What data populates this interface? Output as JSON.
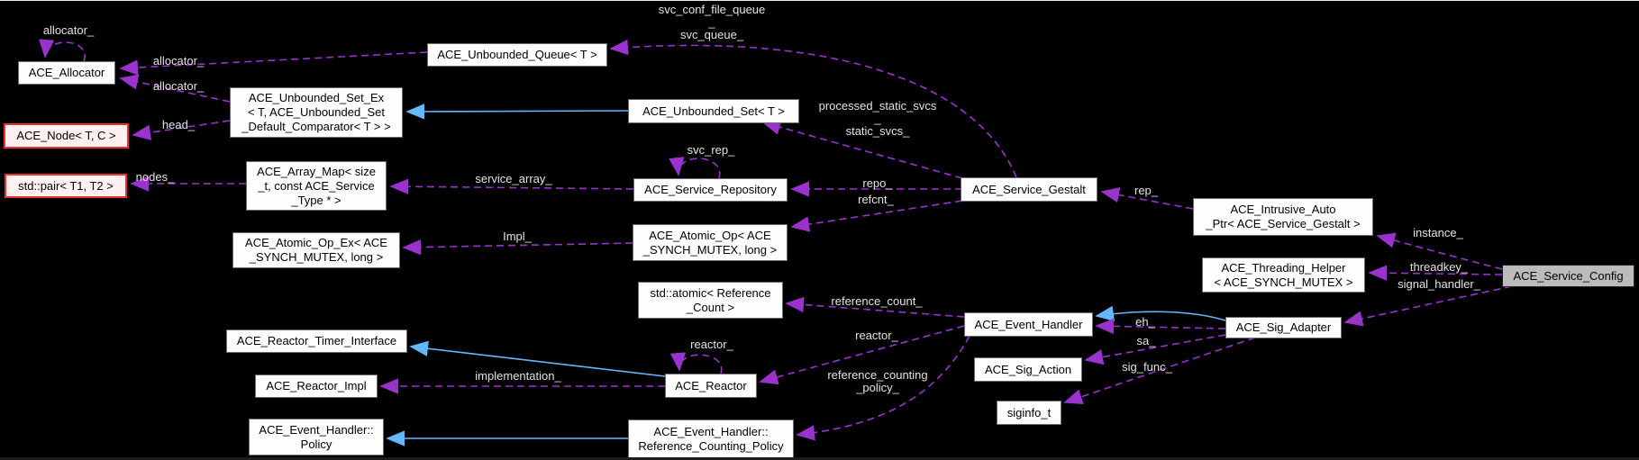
{
  "diagram": {
    "title": "ACE_Service_Config collaboration graph",
    "colors": {
      "background": "#000000",
      "usage_edge": "#9A32CD",
      "inheritance_edge": "#63B8FF",
      "edge_label_text": "#E3E3E3",
      "node_fill": "#FEFEFE",
      "node_border": "#6A6A6A",
      "node_text": "#000000",
      "truncated_node_border": "#EE3030",
      "truncated_node_fill": "#FFF1F1",
      "focus_node_fill": "#BCBCBC"
    },
    "nodes": [
      {
        "id": "ace-allocator",
        "label": "ACE_Allocator",
        "type": "normal"
      },
      {
        "id": "ace-node",
        "label": "ACE_Node< T, C >",
        "type": "truncated"
      },
      {
        "id": "std-pair",
        "label": "std::pair< T1, T2 >",
        "type": "truncated"
      },
      {
        "id": "ace-unbounded-queue",
        "label": "ACE_Unbounded_Queue< T >",
        "type": "normal"
      },
      {
        "id": "ace-unbounded-set-ex",
        "label": "ACE_Unbounded_Set_Ex\n< T, ACE_Unbounded_Set\n_Default_Comparator< T > >",
        "type": "normal"
      },
      {
        "id": "ace-array-map",
        "label": "ACE_Array_Map< size\n_t, const ACE_Service\n_Type * >",
        "type": "normal"
      },
      {
        "id": "ace-atomic-op-ex",
        "label": "ACE_Atomic_Op_Ex< ACE\n_SYNCH_MUTEX, long >",
        "type": "normal"
      },
      {
        "id": "ace-unbounded-set",
        "label": "ACE_Unbounded_Set< T >",
        "type": "normal"
      },
      {
        "id": "ace-service-repository",
        "label": "ACE_Service_Repository",
        "type": "normal"
      },
      {
        "id": "ace-atomic-op",
        "label": "ACE_Atomic_Op< ACE\n_SYNCH_MUTEX, long >",
        "type": "normal"
      },
      {
        "id": "std-atomic",
        "label": "std::atomic< Reference\n_Count >",
        "type": "normal"
      },
      {
        "id": "ace-service-gestalt",
        "label": "ACE_Service_Gestalt",
        "type": "normal"
      },
      {
        "id": "ace-intrusive-auto-ptr",
        "label": "ACE_Intrusive_Auto\n_Ptr< ACE_Service_Gestalt >",
        "type": "normal"
      },
      {
        "id": "ace-threading-helper",
        "label": "ACE_Threading_Helper\n< ACE_SYNCH_MUTEX >",
        "type": "normal"
      },
      {
        "id": "ace-service-config",
        "label": "ACE_Service_Config",
        "type": "focus"
      },
      {
        "id": "ace-event-handler",
        "label": "ACE_Event_Handler",
        "type": "normal"
      },
      {
        "id": "ace-sig-adapter",
        "label": "ACE_Sig_Adapter",
        "type": "normal"
      },
      {
        "id": "ace-sig-action",
        "label": "ACE_Sig_Action",
        "type": "normal"
      },
      {
        "id": "siginfo-t",
        "label": "siginfo_t",
        "type": "normal"
      },
      {
        "id": "ace-reactor",
        "label": "ACE_Reactor",
        "type": "normal"
      },
      {
        "id": "ace-eh-ref-counting-policy",
        "label": "ACE_Event_Handler::\nReference_Counting_Policy",
        "type": "normal"
      },
      {
        "id": "ace-reactor-timer-interface",
        "label": "ACE_Reactor_Timer_Interface",
        "type": "normal"
      },
      {
        "id": "ace-reactor-impl",
        "label": "ACE_Reactor_Impl",
        "type": "normal"
      },
      {
        "id": "ace-eh-policy",
        "label": "ACE_Event_Handler::\nPolicy",
        "type": "normal"
      }
    ],
    "edge_labels": [
      {
        "id": "allocator-self",
        "text": "allocator_"
      },
      {
        "id": "allocator-from-queue",
        "text": "allocator_"
      },
      {
        "id": "allocator-from-set-ex",
        "text": "allocator_"
      },
      {
        "id": "head",
        "text": "head_"
      },
      {
        "id": "nodes",
        "text": "nodes_"
      },
      {
        "id": "service-array",
        "text": "service_array_"
      },
      {
        "id": "impl",
        "text": "Impl_"
      },
      {
        "id": "svc-queues",
        "text": "svc_conf_file_queue\n_\nsvc_queue_"
      },
      {
        "id": "svc-rep",
        "text": "svc_rep_"
      },
      {
        "id": "static-svcs",
        "text": "processed_static_svcs\n_\nstatic_svcs_"
      },
      {
        "id": "repo",
        "text": "repo_"
      },
      {
        "id": "refcnt",
        "text": "refcnt_"
      },
      {
        "id": "rep",
        "text": "rep_"
      },
      {
        "id": "instance",
        "text": "instance_"
      },
      {
        "id": "threadkey",
        "text": "threadkey_"
      },
      {
        "id": "signal-handler",
        "text": "signal_handler_"
      },
      {
        "id": "reference-count",
        "text": "reference_count_"
      },
      {
        "id": "reactor-member",
        "text": "reactor_"
      },
      {
        "id": "reactor-self",
        "text": "reactor_"
      },
      {
        "id": "ref-counting-policy",
        "text": "reference_counting\n_policy_"
      },
      {
        "id": "eh",
        "text": "eh_"
      },
      {
        "id": "sa",
        "text": "sa_"
      },
      {
        "id": "sig-func",
        "text": "sig_func_"
      },
      {
        "id": "implementation",
        "text": "implementation_"
      }
    ]
  }
}
